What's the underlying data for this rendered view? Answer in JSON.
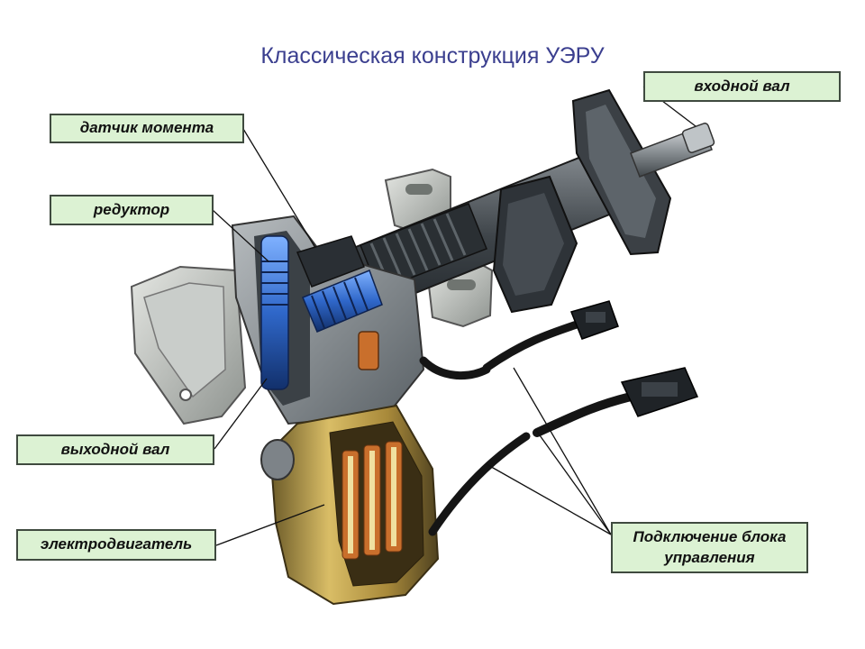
{
  "title": "Классическая конструкция УЭРУ",
  "labels": {
    "input_shaft": "входной вал",
    "torque_sensor": "датчик момента",
    "reducer": "редуктор",
    "output_shaft": "выходной вал",
    "electric_motor": "электродвигатель",
    "control_unit_connection_line1": "Подключение блока",
    "control_unit_connection_line2": "управления"
  },
  "colors": {
    "label_fill": "#dcf2d3",
    "label_border": "#3f4a3f",
    "title": "#3b3f8f",
    "housing": "#8f9598",
    "blue_parts": "#2f67c9",
    "motor_gold": "#c2a14a",
    "cable_black": "#151515"
  }
}
